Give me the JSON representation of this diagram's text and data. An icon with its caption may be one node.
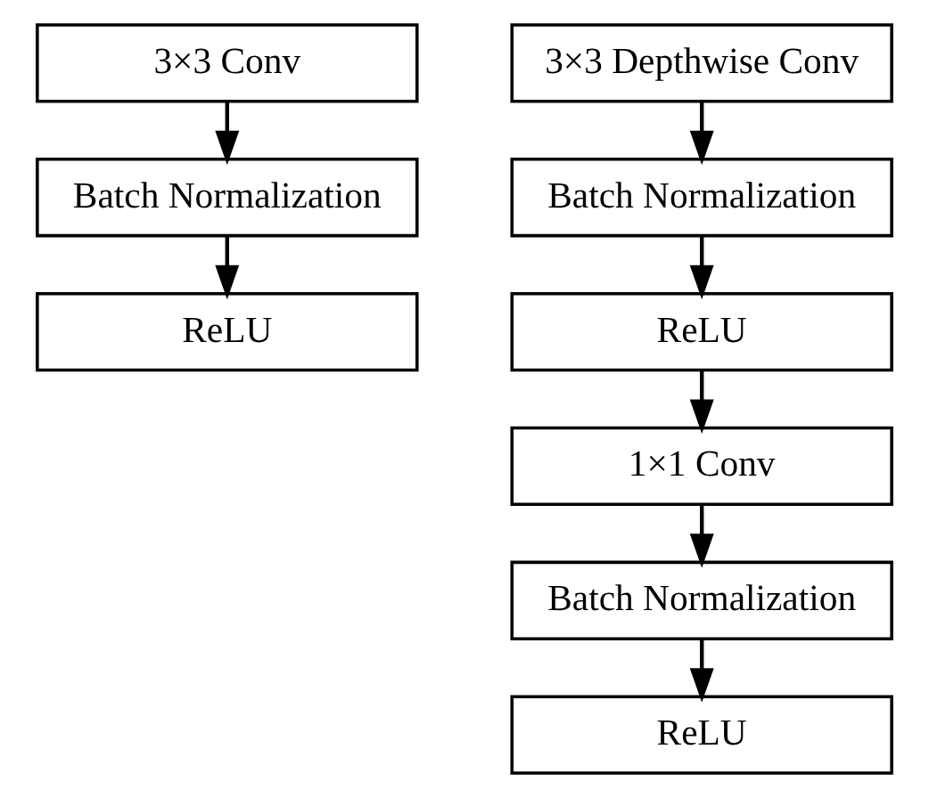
{
  "diagram": {
    "nodes": [
      {
        "text": [
          "3×3 Conv"
        ]
      },
      {
        "text": [
          "Batch Normalization"
        ]
      },
      {
        "text": [
          "ReLU"
        ]
      },
      {
        "text": [
          "3×3 Depthwise Conv"
        ]
      },
      {
        "text": [
          "Batch Normalization"
        ]
      },
      {
        "text": [
          "ReLU"
        ]
      },
      {
        "text": [
          "1×1 Conv"
        ]
      },
      {
        "text": [
          "Batch Normalization"
        ]
      },
      {
        "text": [
          "ReLU"
        ]
      }
    ],
    "edges": [
      {
        "from": 0,
        "to": 1,
        "arrow": "to"
      },
      {
        "from": 1,
        "to": 2,
        "arrow": "to"
      },
      {
        "from": 3,
        "to": 4,
        "arrow": "to"
      },
      {
        "from": 4,
        "to": 5,
        "arrow": "to"
      },
      {
        "from": 5,
        "to": 6,
        "arrow": "to"
      },
      {
        "from": 6,
        "to": 7,
        "arrow": "to"
      },
      {
        "from": 7,
        "to": 8,
        "arrow": "to"
      }
    ]
  }
}
